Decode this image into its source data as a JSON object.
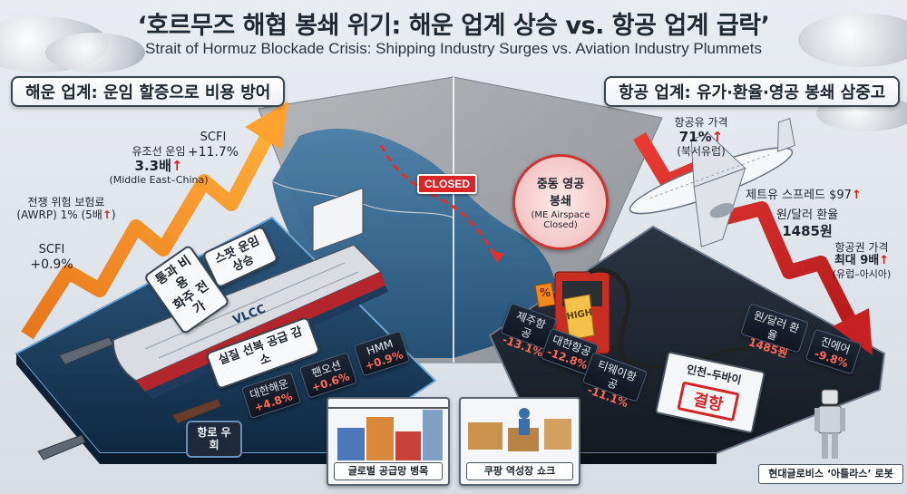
{
  "title": {
    "ko": "‘호르무즈 해협 봉쇄 위기: 해운 업계 상승 vs. 항공 업계 급락’",
    "en": "Strait of Hormuz Blockade Crisis: Shipping Industry Surges vs. Aviation Industry Plummets"
  },
  "shipping": {
    "header": "해운 업계: 운임 할증으로 비용 방어",
    "annotations": {
      "war_risk_line1": "전쟁 위험 보험료",
      "war_risk_line2": "(AWRP) 1% (5배",
      "war_risk_arrow": "↑",
      "war_risk_close": ")",
      "tanker_line1": "유조선 운임",
      "tanker_value": "3.3배",
      "tanker_arrow": "↑",
      "tanker_line3": "(Middle East–China)",
      "scfi_top_label": "SCFI",
      "scfi_top_value": "+11.7%",
      "scfi_low_label": "SCFI",
      "scfi_low_value": "+0.9%"
    },
    "bubbles": {
      "cost_pass": "통과 비용\n화주 전가",
      "spot_rise": "스팟 운임 상승",
      "supply_drop": "실질 선복 공급 감소",
      "reroute": "항로 우회"
    },
    "ship_label": "VLCC",
    "stocks": [
      {
        "name": "대한해운",
        "change": "+4.8%"
      },
      {
        "name": "팬오션",
        "change": "+0.6%"
      },
      {
        "name": "HMM",
        "change": "+0.9%"
      }
    ],
    "photo_label": "글로벌 공급망 병목"
  },
  "map": {
    "closed_tag": "CLOSED",
    "airspace_title": "중동 영공\n봉쇄",
    "airspace_sub": "(ME Airspace\nClosed)"
  },
  "aviation": {
    "header": "항공 업계: 유가·환율·영공 봉쇄 삼중고",
    "annotations": {
      "fuel_label": "항공유 가격",
      "fuel_value": "71%",
      "fuel_arrow": "↑",
      "fuel_sub": "(북서유럽)",
      "jet_spread": "제트유 스프레드 $97",
      "jet_arrow": "↑",
      "fx_label": "원/달러 환율",
      "fx_value": "1485원",
      "ticket_label": "항공권 가격",
      "ticket_value": "최대 9배",
      "ticket_arrow": "↑",
      "ticket_sub": "(유럽–아시아)"
    },
    "icons": {
      "percent": "%",
      "high": "HIGH"
    },
    "stocks": [
      {
        "name": "제주항공",
        "change": "-13.1%"
      },
      {
        "name": "대한항공",
        "change": "-12.8%"
      },
      {
        "name": "티웨이항공",
        "change": "-11.1%"
      },
      {
        "name": "진에어",
        "change": "-9.8%"
      }
    ],
    "fx_card": {
      "label": "원/달러 환율",
      "value": "1485원"
    },
    "cancel_card": {
      "route": "인천–두바이",
      "stamp": "결항"
    },
    "photo_label": "쿠팡 역성장 쇼크",
    "robot_label": "현대글로비스 ‘아틀라스’ 로봇"
  },
  "colors": {
    "shipping_arrow": "#f08a1c",
    "aviation_arrow": "#d8282a",
    "sea": "#2a5d86",
    "platform": "#1c2a3b"
  }
}
